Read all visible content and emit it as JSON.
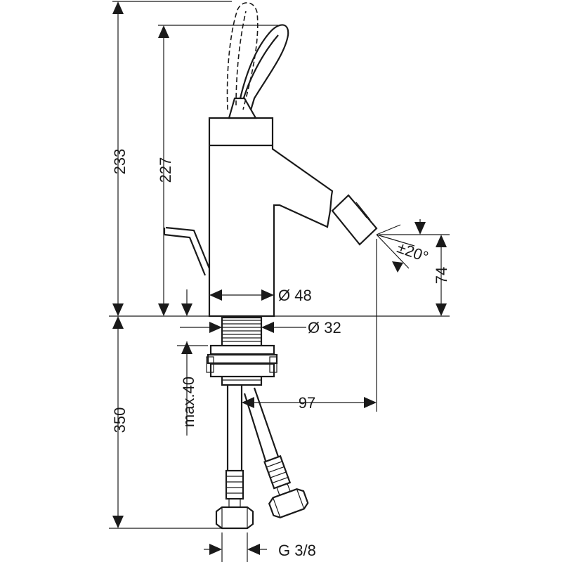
{
  "dimensions": {
    "total_height": "233",
    "lever_height": "227",
    "spout_offset": "74",
    "angle": "±20°",
    "body_diameter": "Ø 48",
    "thread_diameter": "Ø 32",
    "projection": "97",
    "mount_thickness": "max.40",
    "under_counter": "350",
    "connection": "G 3/8"
  }
}
